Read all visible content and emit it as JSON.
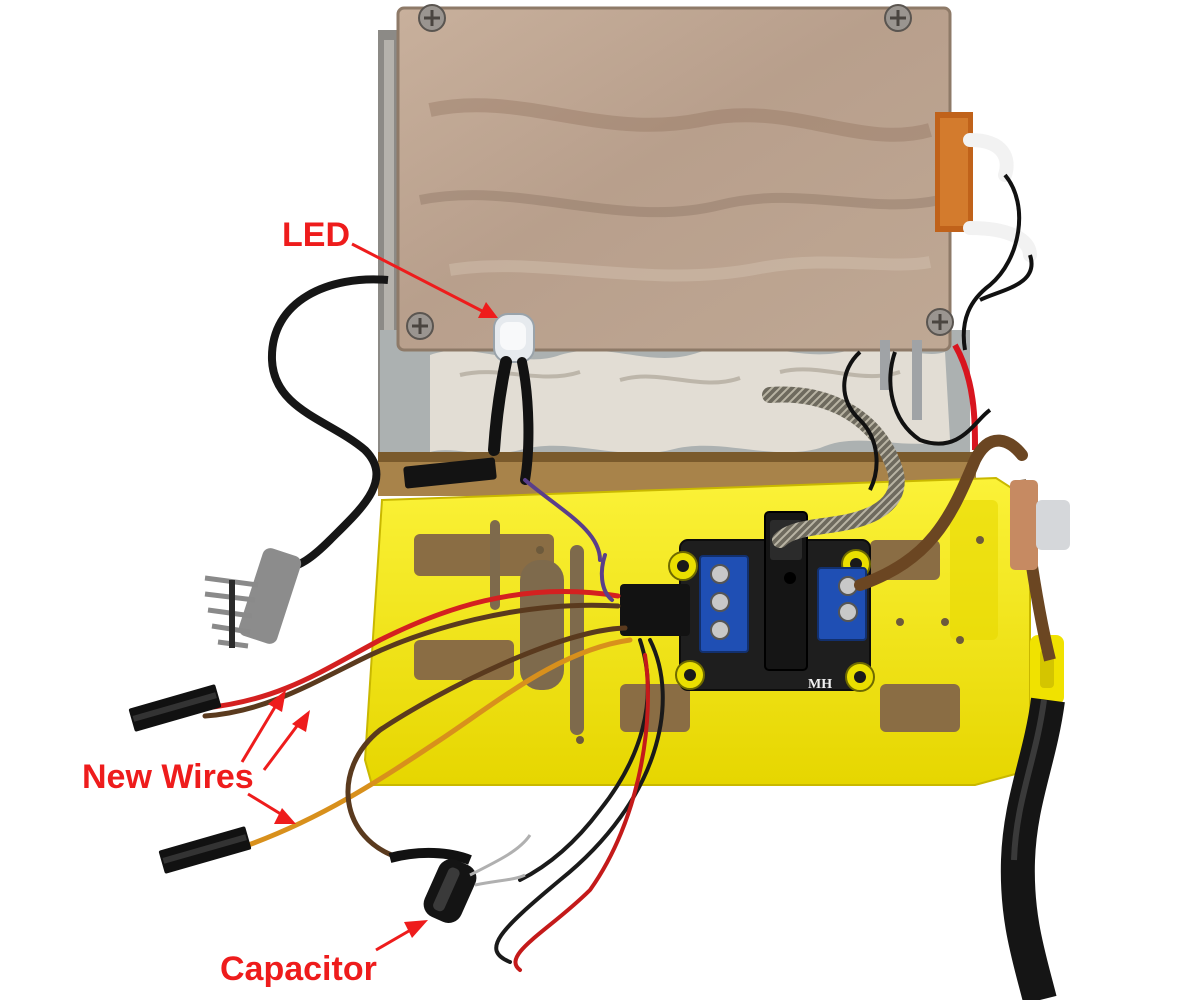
{
  "annotations": {
    "led": "LED",
    "new_wires": "New Wires",
    "capacitor": "Capacitor"
  },
  "board_marking": "MH",
  "colors": {
    "annotation_red": "#ee1c1c",
    "yellow_bracket": "#f5ea10",
    "terminal_blue": "#1f4fb4",
    "heatsink_plate": "#c9b3a0"
  },
  "icons": [
    "led-bulb",
    "capacitor",
    "terminal-block",
    "pin-header",
    "dupont-connector"
  ]
}
